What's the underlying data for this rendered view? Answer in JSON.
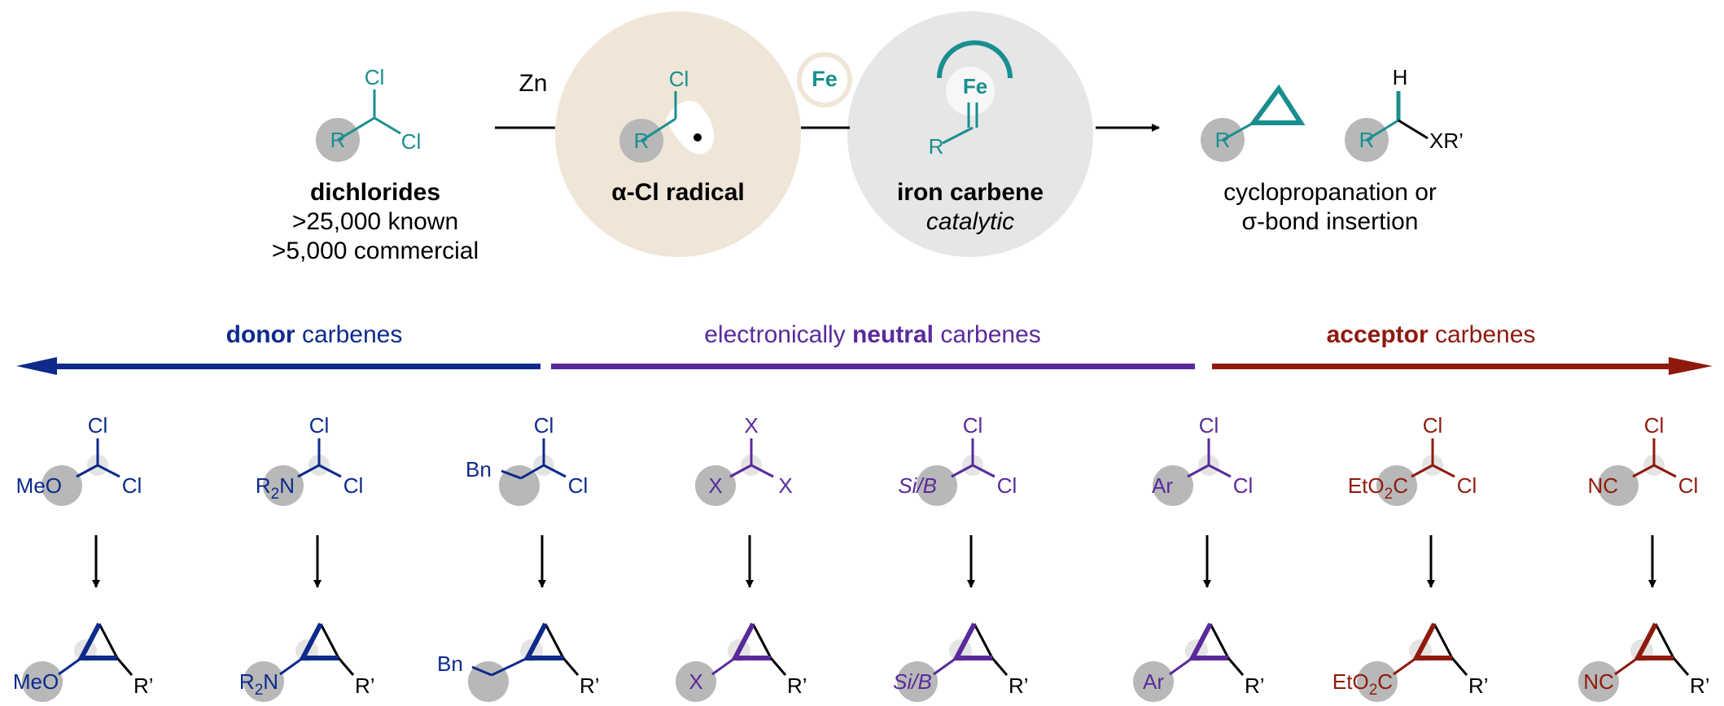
{
  "colors": {
    "teal": "#1a8e8f",
    "donor": "#0d2a8c",
    "neutral": "#5a2a9a",
    "acceptor": "#8e1a0e",
    "r_circle": "#b8b8b8",
    "radical_bg": "#f0e6d8",
    "carbene_bg": "#e6e6e6"
  },
  "top": {
    "start_atoms": {
      "cl_top": "Cl",
      "cl_right": "Cl",
      "r": "R"
    },
    "start_caption": {
      "bold": "dichlorides",
      "line2": ">25,000 known",
      "line3": ">5,000 commercial"
    },
    "reagent": "Zn",
    "radical_atoms": {
      "cl": "Cl",
      "r": "R"
    },
    "radical_label": "α-Cl radical",
    "fe_badge": "Fe",
    "carbene_atoms": {
      "fe": "Fe",
      "r": "R"
    },
    "carbene_label": "iron carbene",
    "carbene_sublabel": "catalytic",
    "product_cyclo_r": "R",
    "product_insert_atoms": {
      "h": "H",
      "r": "R",
      "xr": "XR’"
    },
    "product_caption_line1": "cyclopropanation or",
    "product_caption_line2": "σ-bond insertion"
  },
  "headers": {
    "donor": {
      "bold": "donor",
      "rest": " carbenes"
    },
    "neutral": {
      "pre": "electronically ",
      "bold": "neutral",
      "rest": " carbenes"
    },
    "acceptor": {
      "bold": "acceptor",
      "rest": " carbenes"
    }
  },
  "substrates": [
    {
      "cl_top": "Cl",
      "cl_right": "Cl",
      "group": "MeO"
    },
    {
      "cl_top": "Cl",
      "cl_right": "Cl",
      "group_main": "R",
      "group_sub": "2",
      "group_tail": "N"
    },
    {
      "cl_top": "Cl",
      "cl_right": "Cl",
      "group": "Bn"
    },
    {
      "cl_top": "X",
      "cl_right": "X",
      "group": "X"
    },
    {
      "cl_top": "Cl",
      "cl_right": "Cl",
      "group": "Si/B"
    },
    {
      "cl_top": "Cl",
      "cl_right": "Cl",
      "group": "Ar"
    },
    {
      "cl_top": "Cl",
      "cl_right": "Cl",
      "group_main": "EtO",
      "group_sub": "2",
      "group_tail": "C"
    },
    {
      "cl_top": "Cl",
      "cl_right": "Cl",
      "group": "NC"
    }
  ],
  "products": [
    {
      "group": "MeO",
      "rprime": "R’"
    },
    {
      "group_main": "R",
      "group_sub": "2",
      "group_tail": "N",
      "rprime": "R’"
    },
    {
      "group": "Bn",
      "rprime": "R’"
    },
    {
      "group": "X",
      "rprime": "R’"
    },
    {
      "group": "Si/B",
      "rprime": "R’"
    },
    {
      "group": "Ar",
      "rprime": "R’"
    },
    {
      "group_main": "EtO",
      "group_sub": "2",
      "group_tail": "C",
      "rprime": "R’"
    },
    {
      "group": "NC",
      "rprime": "R’"
    }
  ]
}
